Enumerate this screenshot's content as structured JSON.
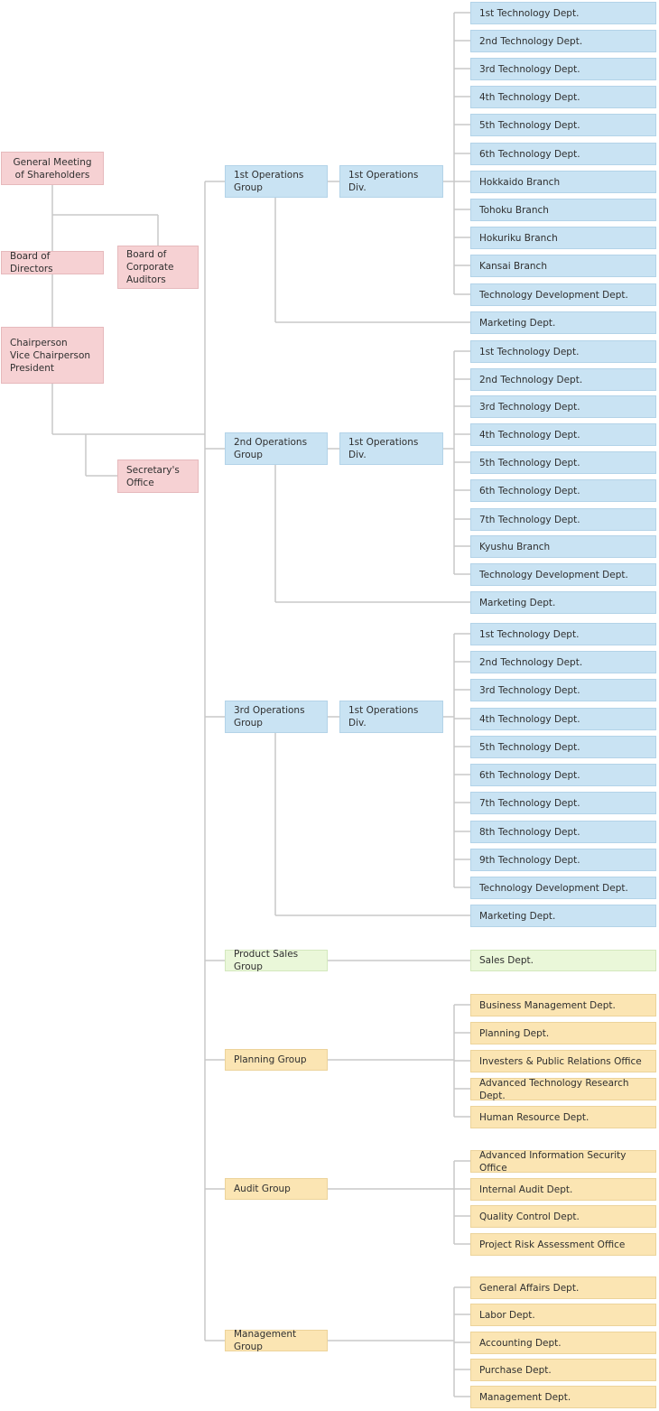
{
  "executive": {
    "shareholders": "General Meeting\nof Shareholders",
    "board": "Board of Directors",
    "auditors": "Board of\nCorporate\nAuditors",
    "chair": "Chairperson\nVice Chairperson\nPresident",
    "secretary": "Secretary's\nOffice"
  },
  "groups": [
    {
      "name": "1st Operations\nGroup",
      "division": "1st Operations\nDiv.",
      "depts": [
        "1st Technology Dept.",
        "2nd Technology Dept.",
        "3rd Technology Dept.",
        "4th Technology Dept.",
        "5th Technology Dept.",
        "6th Technology Dept.",
        "Hokkaido Branch",
        "Tohoku Branch",
        "Hokuriku Branch",
        "Kansai Branch",
        "Technology Development Dept."
      ],
      "marketing": "Marketing Dept."
    },
    {
      "name": "2nd Operations\nGroup",
      "division": "1st Operations\nDiv.",
      "depts": [
        "1st Technology Dept.",
        "2nd Technology Dept.",
        "3rd Technology Dept.",
        "4th Technology Dept.",
        "5th Technology Dept.",
        "6th Technology Dept.",
        "7th Technology Dept.",
        "Kyushu Branch",
        "Technology Development Dept."
      ],
      "marketing": "Marketing Dept."
    },
    {
      "name": "3rd Operations\nGroup",
      "division": "1st Operations\nDiv.",
      "depts": [
        "1st Technology Dept.",
        "2nd Technology Dept.",
        "3rd Technology Dept.",
        "4th Technology Dept.",
        "5th Technology Dept.",
        "6th Technology Dept.",
        "7th Technology Dept.",
        "8th Technology Dept.",
        "9th Technology Dept.",
        "Technology Development Dept."
      ],
      "marketing": "Marketing Dept."
    }
  ],
  "product_sales": {
    "name": "Product Sales Group",
    "dept": "Sales Dept."
  },
  "staff_groups": [
    {
      "name": "Planning Group",
      "depts": [
        "Business Management Dept.",
        "Planning Dept.",
        "Investers & Public Relations Office",
        "Advanced Technology Research Dept.",
        "Human Resource Dept."
      ]
    },
    {
      "name": "Audit Group",
      "depts": [
        "Advanced Information Security Office",
        "Internal Audit Dept.",
        "Quality Control Dept.",
        "Project Risk Assessment Office"
      ]
    },
    {
      "name": "Management Group",
      "depts": [
        "General Affairs Dept.",
        "Labor Dept.",
        "Accounting Dept.",
        "Purchase Dept.",
        "Management Dept."
      ]
    }
  ],
  "colors": {
    "executive": "#f6d1d3",
    "operations": "#c9e3f3",
    "sales": "#eaf7d9",
    "staff": "#fbe5b3",
    "connector": "#c8c8c8"
  }
}
